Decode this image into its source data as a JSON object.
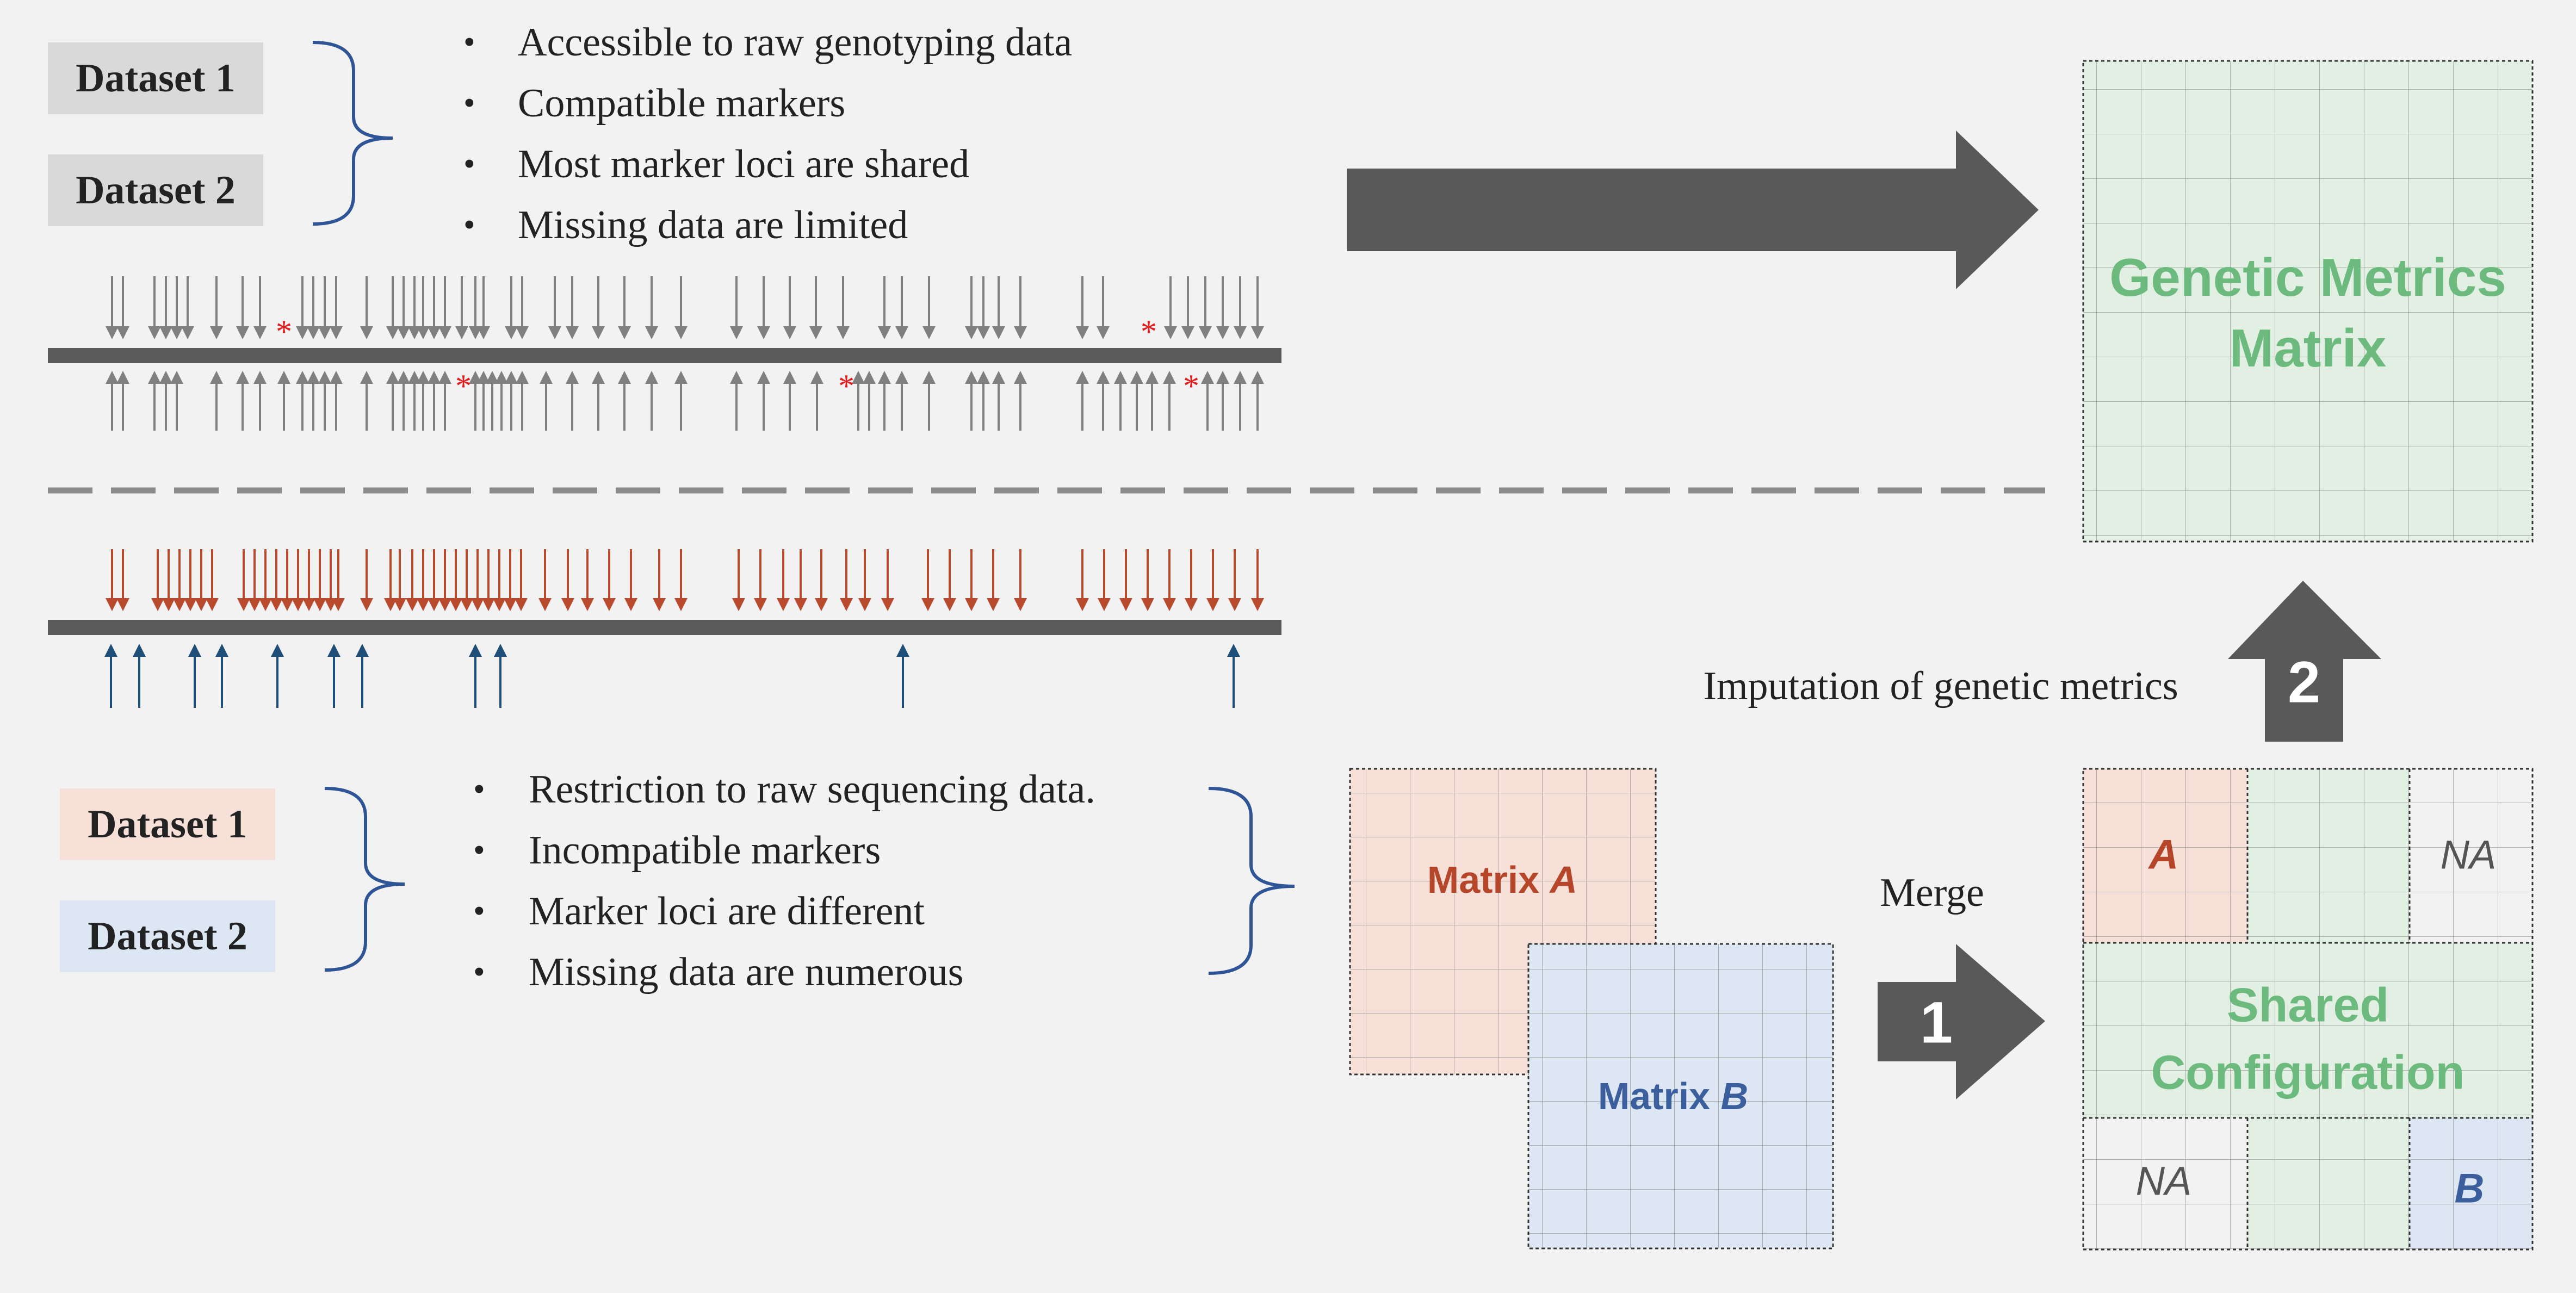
{
  "colors": {
    "background": "#f2f2f2",
    "arrow_dark": "#595959",
    "chromosome_bar": "#5a5a5a",
    "grey_marker": "#808080",
    "red_marker": "#b94a2e",
    "blue_marker": "#1f4e79",
    "missing_asterisk": "#e41a1c",
    "brace": "#2f5597",
    "green_fill": "#e2efe3",
    "green_text": "#6dba7f",
    "pink_fill": "#f6e0d8",
    "pink_text": "#b5462a",
    "blue_fill": "#dde6f3",
    "blue_text": "#3a5f9c",
    "na_text": "#555555"
  },
  "top": {
    "dataset1_label": "Dataset 1",
    "dataset2_label": "Dataset 2",
    "conditions": [
      "Accessible to raw genotyping data",
      "Compatible markers",
      "Most marker loci are shared",
      "Missing data are limited"
    ],
    "missing_marker": "*"
  },
  "bottom": {
    "dataset1_label": "Dataset 1",
    "dataset2_label": "Dataset 2",
    "conditions": [
      "Restriction to raw sequencing data.",
      "Incompatible markers",
      "Marker loci are different",
      "Missing data are numerous"
    ]
  },
  "bullet": "•",
  "matrices": {
    "genetic_metrics": [
      "Genetic Metrics",
      "Matrix"
    ],
    "matrix_a": {
      "prefix": "Matrix ",
      "letter": "A"
    },
    "matrix_b": {
      "prefix": "Matrix ",
      "letter": "B"
    }
  },
  "merged": {
    "block_a": "A",
    "block_b": "B",
    "na_top": "NA",
    "na_bottom": "NA",
    "shared": [
      "Shared",
      "Configuration"
    ]
  },
  "steps": {
    "merge_label": "Merge",
    "merge_number": "1",
    "impute_label": "Imputation of genetic metrics",
    "impute_number": "2"
  }
}
